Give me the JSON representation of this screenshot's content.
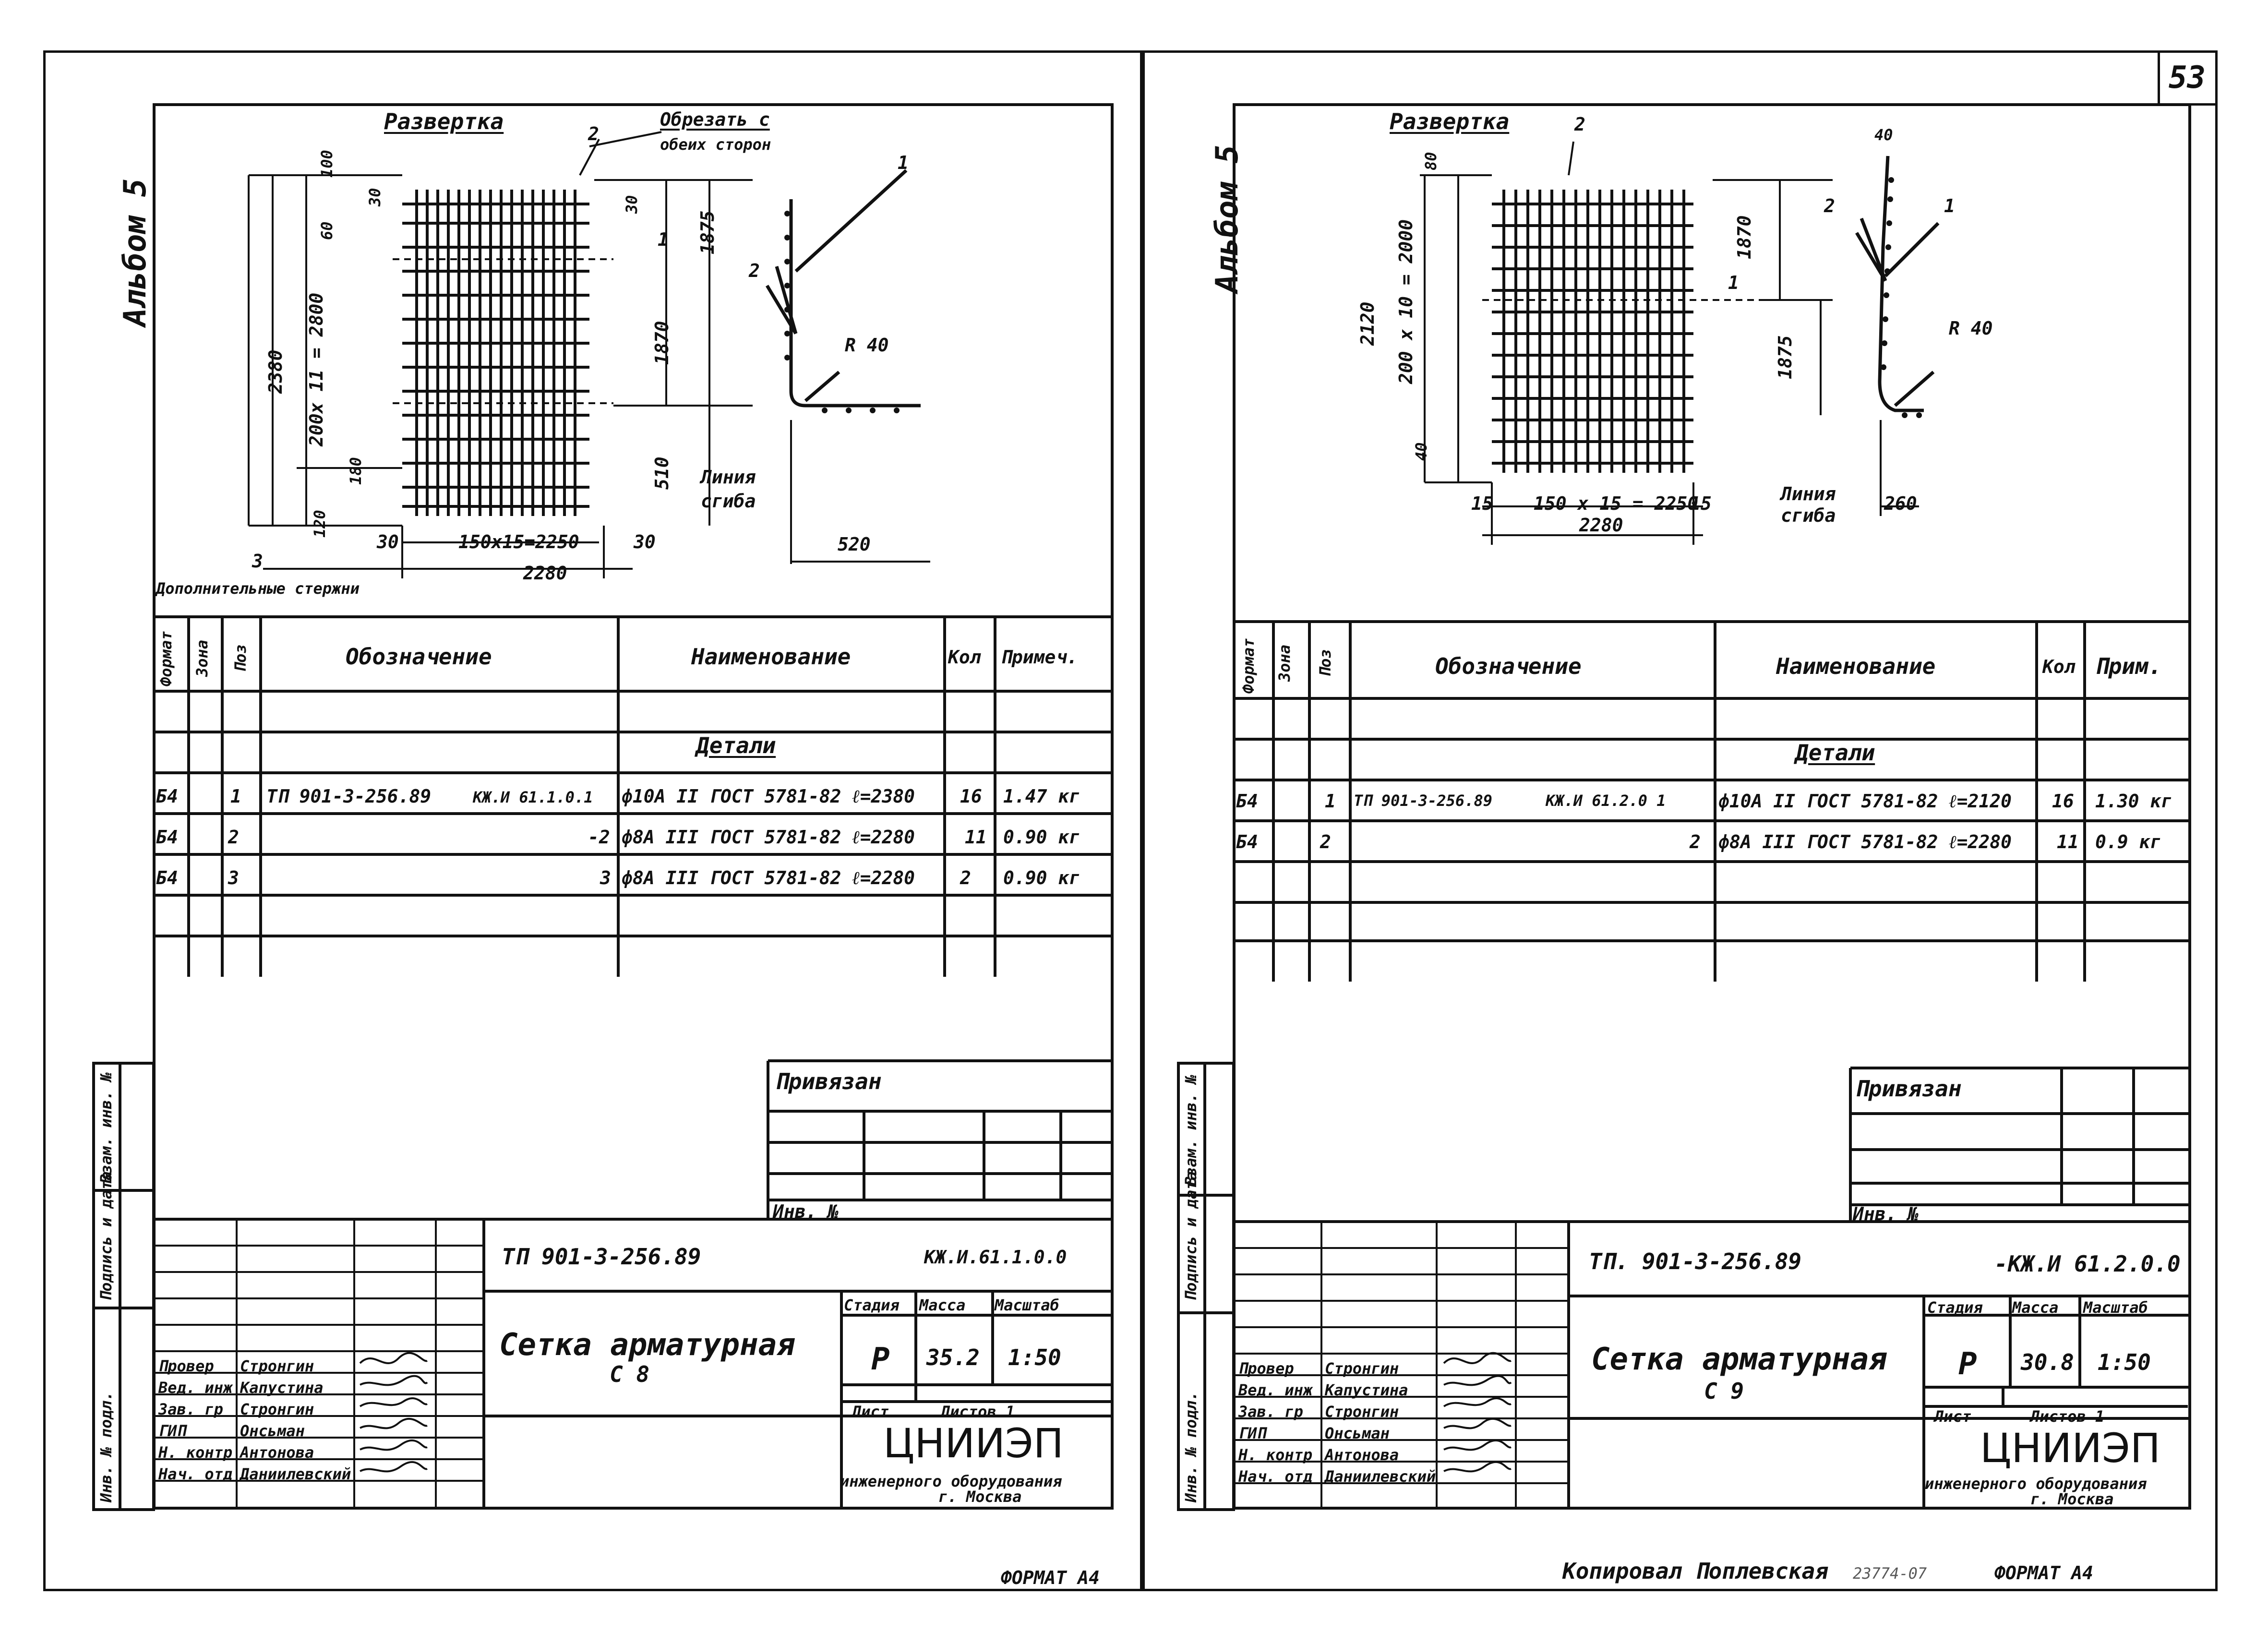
{
  "page_number": "53",
  "footer_right": "ФОРМАТ А4",
  "footer_copied": "Копировал Поплевская",
  "footer_scribble": "23774-07",
  "sheets": [
    {
      "id": "c8",
      "album": "Альбом 5",
      "drawing": {
        "heading": "Развертка",
        "cut_note_1": "Обрезать с",
        "cut_note_2": "обеих сторон",
        "dims": {
          "d100": "100",
          "d30a": "30",
          "d60": "60",
          "d2380": "2380",
          "d200x": "200х 11 = 2800",
          "d180": "180",
          "d120": "120",
          "d30b": "30",
          "d150x": "150х15=2250",
          "d30c": "30",
          "d2280": "2280",
          "d1875": "1875",
          "d1870": "1870",
          "d510": "510",
          "d520": "520",
          "d30top": "30",
          "r40": "R 40"
        },
        "labels": {
          "p1a": "1",
          "p1b": "1",
          "p2a": "2",
          "p2b": "2",
          "p3": "3"
        },
        "bend_line_1": "Линия",
        "bend_line_2": "сгиба",
        "extra_bars": "Дополнительные стержни"
      },
      "table": {
        "headers": [
          "Формат",
          "Зона",
          "Поз",
          "Обозначение",
          "Наименование",
          "Кол",
          "Примеч."
        ],
        "section": "Детали",
        "rows": [
          {
            "format": "Б4",
            "zone": "",
            "pos": "1",
            "designation": "ТП 901-3-256.89",
            "code": "КЖ.И 61.1.0.1",
            "name": "ф10А II ГОСТ 5781-82 ℓ=2380",
            "qty": "16",
            "note": "1.47 кг"
          },
          {
            "format": "Б4",
            "zone": "",
            "pos": "2",
            "designation": "",
            "code": "-2",
            "name": "ф8А III ГОСТ 5781-82 ℓ=2280",
            "qty": "11",
            "note": "0.90 кг"
          },
          {
            "format": "Б4",
            "zone": "",
            "pos": "3",
            "designation": "",
            "code": "3",
            "name": "ф8А III ГОСТ 5781-82 ℓ=2280",
            "qty": "2",
            "note": "0.90 кг"
          }
        ]
      },
      "privyazan": "Привязан",
      "inv_no": "Инв. №",
      "side_labels": [
        "Инв. № подл.",
        "Подпись и дата",
        "Взам. инв. №"
      ],
      "title_block": {
        "doc_code": "ТП 901-3-256.89",
        "doc_code_right": "КЖ.И.61.1.0.0",
        "title_1": "Сетка арматурная",
        "title_2": "С 8",
        "stage_h": "Стадия",
        "mass_h": "Масса",
        "scale_h": "Масштаб",
        "stage": "Р",
        "mass": "35.2",
        "scale": "1:50",
        "sheet_h": "Лист",
        "sheets_h": "Листов 1",
        "org": "ЦНИИЭП",
        "org_2": "инженерного оборудования",
        "org_3": "г. Москва",
        "people": [
          {
            "role": "Провер",
            "name": "Стронгин"
          },
          {
            "role": "Вед. инж",
            "name": "Капустина"
          },
          {
            "role": "Зав. гр",
            "name": "Стронгин"
          },
          {
            "role": "ГИП",
            "name": "Онсьман"
          },
          {
            "role": "Н. контр",
            "name": "Антонова"
          },
          {
            "role": "Нач. отд",
            "name": "Даниилевский"
          }
        ]
      }
    },
    {
      "id": "c9",
      "album": "Альбом 5",
      "drawing": {
        "heading": "Развертка",
        "dims": {
          "d80": "80",
          "d2120": "2120",
          "d200x": "200 х 10 = 2000",
          "d40": "40",
          "d15a": "15",
          "d150x": "150 х 15 = 2250",
          "d15b": "15",
          "d2280": "2280",
          "d1870": "1870",
          "d1875": "1875",
          "d260": "260",
          "d40top": "40",
          "r40": "R 40"
        },
        "labels": {
          "p1a": "1",
          "p1b": "1",
          "p2a": "2",
          "p2b": "2"
        },
        "bend_line_1": "Линия",
        "bend_line_2": "сгиба"
      },
      "table": {
        "headers": [
          "Формат",
          "Зона",
          "Поз",
          "Обозначение",
          "Наименование",
          "Кол",
          "Прим."
        ],
        "section": "Детали",
        "rows": [
          {
            "format": "Б4",
            "zone": "",
            "pos": "1",
            "designation": "ТП 901-3-256.89",
            "code": "КЖ.И 61.2.0 1",
            "name": "ф10А II ГОСТ 5781-82 ℓ=2120",
            "qty": "16",
            "note": "1.30 кг"
          },
          {
            "format": "Б4",
            "zone": "",
            "pos": "2",
            "designation": "",
            "code": "2",
            "name": "ф8А III ГОСТ 5781-82 ℓ=2280",
            "qty": "11",
            "note": "0.9 кг"
          }
        ]
      },
      "privyazan": "Привязан",
      "inv_no": "Инв. №",
      "side_labels": [
        "Инв. № подл.",
        "Подпись и дата",
        "Взам. инв. №"
      ],
      "title_block": {
        "doc_code": "ТП. 901-3-256.89",
        "doc_code_right": "-КЖ.И 61.2.0.0",
        "title_1": "Сетка арматурная",
        "title_2": "С 9",
        "stage_h": "Стадия",
        "mass_h": "Масса",
        "scale_h": "Масштаб",
        "stage": "Р",
        "mass": "30.8",
        "scale": "1:50",
        "sheet_h": "Лист",
        "sheets_h": "Листов 1",
        "org": "ЦНИИЭП",
        "org_2": "инженерного оборудования",
        "org_3": "г. Москва",
        "people": [
          {
            "role": "Провер",
            "name": "Стронгин"
          },
          {
            "role": "Вед. инж",
            "name": "Капустина"
          },
          {
            "role": "Зав. гр",
            "name": "Стронгин"
          },
          {
            "role": "ГИП",
            "name": "Онсьман"
          },
          {
            "role": "Н. контр",
            "name": "Антонова"
          },
          {
            "role": "Нач. отд",
            "name": "Даниилевский"
          }
        ]
      }
    }
  ]
}
